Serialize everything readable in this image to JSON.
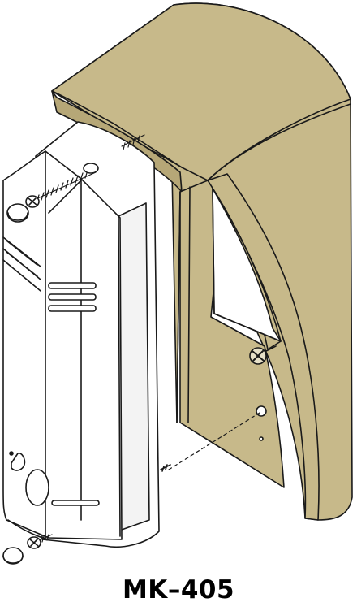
{
  "caption": "MK–405",
  "colors": {
    "canopy": "#c7b98a",
    "canopy_shadow": "#b6a777",
    "outline": "#1a1a1a",
    "panel": "#ffffff",
    "panel_shade": "#f3f3f3"
  },
  "parts": {
    "canopy": "visor-canopy",
    "panel": "intercom-call-panel",
    "screws": [
      "top-mounting-screw",
      "bottom-mounting-screw",
      "canopy-screw"
    ],
    "caps": [
      "top-screw-cap",
      "bottom-screw-cap"
    ]
  }
}
